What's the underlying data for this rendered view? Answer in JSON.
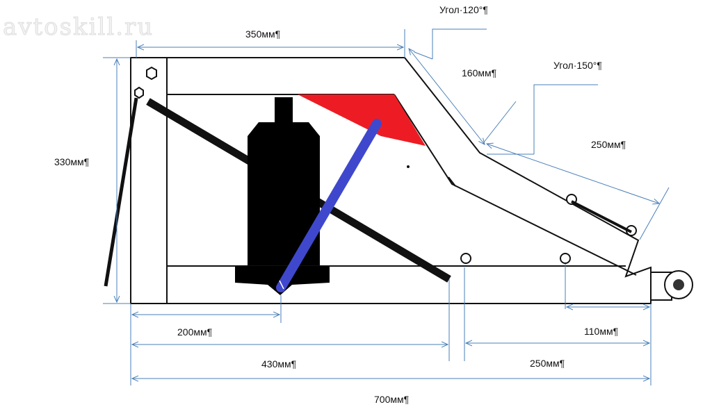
{
  "watermark": "avtoskill.ru",
  "dimensions": {
    "top_width": "350мм¶",
    "height": "330мм¶",
    "slope_upper": "160мм¶",
    "slope_lower": "250мм¶",
    "jack_offset": "200мм¶",
    "arm_offset": "430мм¶",
    "total_length": "700мм¶",
    "tail_length": "250мм¶",
    "wheel_offset": "110мм¶"
  },
  "angles": {
    "upper": "Угол·120°¶",
    "lower": "Угол·150°¶"
  },
  "colors": {
    "frame": "#111111",
    "jack": "#000000",
    "lever": "#111111",
    "pusher": "#3f48cc",
    "plate": "#ed1c24",
    "dimension_line": "#4a7fb8"
  }
}
